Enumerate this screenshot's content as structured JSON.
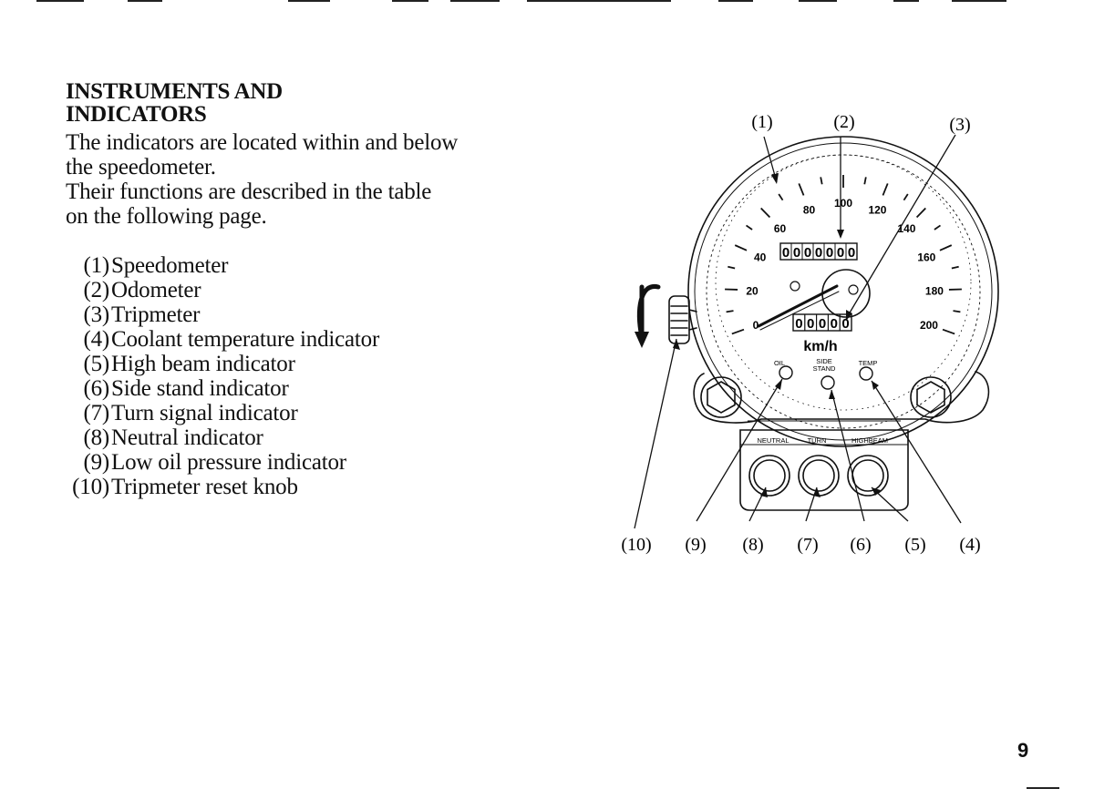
{
  "section": {
    "title_line1": "INSTRUMENTS AND",
    "title_line2": "INDICATORS",
    "intro_lines": [
      "The indicators are located within and below",
      "the speedometer.",
      "Their functions are described in the table",
      "on the following page."
    ]
  },
  "legend": [
    {
      "num": "(1)",
      "label": "Speedometer"
    },
    {
      "num": "(2)",
      "label": "Odometer"
    },
    {
      "num": "(3)",
      "label": "Tripmeter"
    },
    {
      "num": "(4)",
      "label": "Coolant temperature indicator"
    },
    {
      "num": "(5)",
      "label": "High beam indicator"
    },
    {
      "num": "(6)",
      "label": "Side stand indicator"
    },
    {
      "num": "(7)",
      "label": "Turn signal indicator"
    },
    {
      "num": "(8)",
      "label": "Neutral indicator"
    },
    {
      "num": "(9)",
      "label": "Low oil pressure indicator"
    },
    {
      "num": "(10)",
      "label": "Tripmeter reset knob"
    }
  ],
  "figure": {
    "callouts_top": [
      "(1)",
      "(2)",
      "(3)"
    ],
    "callouts_bottom": [
      "(10)",
      "(9)",
      "(8)",
      "(7)",
      "(6)",
      "(5)",
      "(4)"
    ],
    "speed_marks": [
      "0",
      "20",
      "40",
      "60",
      "80",
      "100",
      "120",
      "140",
      "160",
      "180",
      "200"
    ],
    "unit": "km/h",
    "odometer_digits": [
      "0",
      "0",
      "0",
      "0",
      "0",
      "0",
      "0"
    ],
    "tripmeter_digits": [
      "0",
      "0",
      "0",
      "0",
      "0"
    ],
    "warning_labels": {
      "oil": "OIL",
      "side_line1": "SIDE",
      "side_line2": "STAND",
      "temp": "TEMP"
    },
    "panel_labels": {
      "neutral": "NEUTRAL",
      "turn": "TURN",
      "highbeam": "HIGHBEAM"
    }
  },
  "page_number": "9"
}
